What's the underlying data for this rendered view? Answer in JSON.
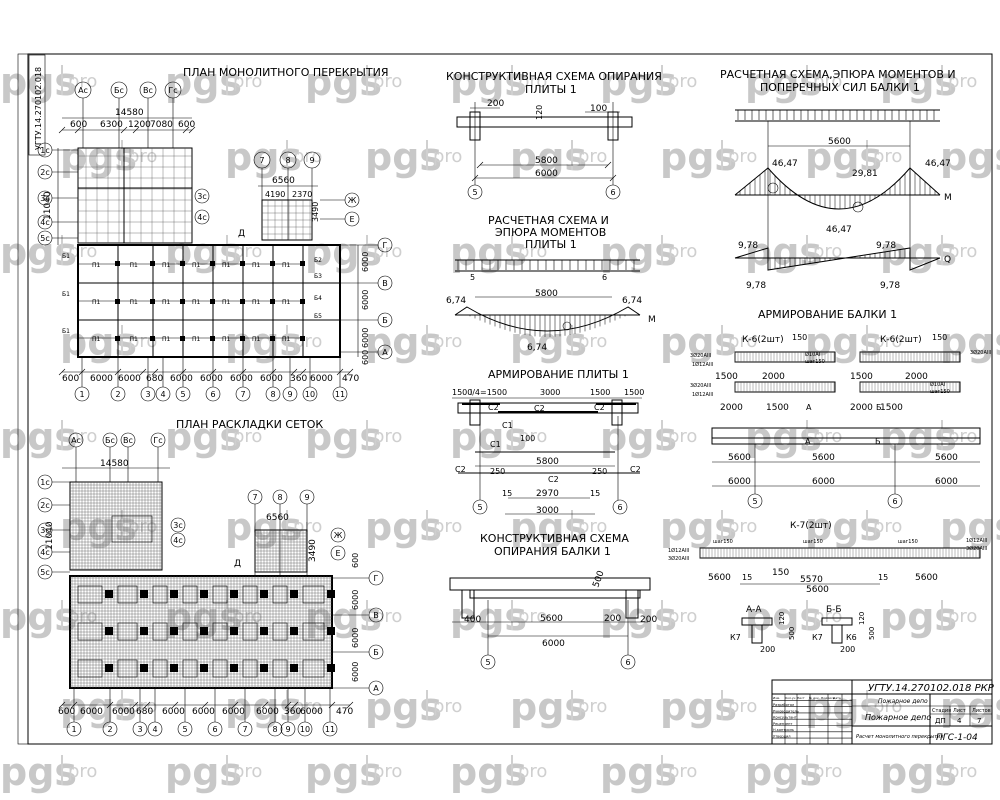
{
  "stamp_rotated": "УГТУ.14.270102.018",
  "titles": {
    "plan_slab": "ПЛАН МОНОЛИТНОГО ПЕРЕКРЫТИЯ",
    "plan_mesh": "ПЛАН РАСКЛАДКИ СЕТОК",
    "support_slab": [
      "КОНСТРУКТИВНАЯ СХЕМА ОПИРАНИЯ",
      "ПЛИТЫ 1"
    ],
    "calc_slab": [
      "РАСЧЕТНАЯ СХЕМА И",
      "ЭПЮРА МОМЕНТОВ",
      "ПЛИТЫ 1"
    ],
    "arm_slab": "АРМИРОВАНИЕ ПЛИТЫ 1",
    "support_beam": [
      "КОНСТРУКТИВНАЯ СХЕМА",
      "ОПИРАНИЯ БАЛКИ 1"
    ],
    "calc_beam": [
      "РАСЧЕТНАЯ СХЕМА,ЭПЮРА МОМЕНТОВ И",
      "ПОПЕРЕЧНЫХ СИЛ БАЛКИ 1"
    ],
    "arm_beam": "АРМИРОВАНИЕ БАЛКИ 1"
  },
  "plan1": {
    "axes_top": [
      "Ас",
      "Бс",
      "Вс",
      "Гс"
    ],
    "dims_top": [
      "600",
      "6300",
      "1200",
      "7080",
      "600"
    ],
    "dim_total_top": "14580",
    "axes_left": [
      "1с",
      "2с",
      "3с",
      "4с",
      "5с"
    ],
    "dim_left_total": "11040",
    "axes_bottom": [
      "1",
      "2",
      "3",
      "4",
      "5",
      "6",
      "7",
      "8",
      "9",
      "10",
      "11"
    ],
    "dims_bottom": [
      "600",
      "6000",
      "6000",
      "680",
      "6000",
      "6000",
      "6000",
      "6000",
      "360",
      "6000",
      "470"
    ],
    "axes_right": [
      "Г",
      "В",
      "Б",
      "А"
    ],
    "dims_right": [
      "6000",
      "6000",
      "6000",
      "600"
    ],
    "annex_axes": [
      "7",
      "8",
      "9"
    ],
    "annex_dim": "6560",
    "annex_sub": [
      "4190",
      "2370"
    ],
    "annex_right_axes": [
      "Ж",
      "Е"
    ],
    "annex_right_dim": "3490",
    "slab_label": "П1",
    "beam_labels": [
      "Б1",
      "Б2",
      "Б3",
      "Б4",
      "Б5"
    ],
    "marks": [
      "Д",
      "3с",
      "4с"
    ]
  },
  "slab_support": {
    "dims": [
      "200",
      "120",
      "100"
    ],
    "span_inner": "5800",
    "span_axes": "6000",
    "axes": [
      "5",
      "6"
    ]
  },
  "slab_calc": {
    "supports": [
      "5",
      "6"
    ],
    "span": "5800",
    "m_left": "6,74",
    "m_right": "6,74",
    "m_mid": "6,74",
    "m_label": "M"
  },
  "slab_arm": {
    "top_dims": [
      "1500",
      "l/4=1500",
      "3000",
      "1500",
      "1500"
    ],
    "mesh_labels": [
      "С2",
      "С2",
      "С2",
      "С1",
      "С1",
      "С2",
      "С2",
      "С2"
    ],
    "dims": [
      "100",
      "5800",
      "250",
      "250",
      "2970",
      "3000"
    ],
    "edge_dims": [
      "15",
      "15"
    ],
    "axes": [
      "5",
      "6"
    ]
  },
  "beam_support": {
    "dims": [
      "500",
      "400",
      "5600",
      "200",
      "200"
    ],
    "span_axes": "6000",
    "axes": [
      "5",
      "6"
    ]
  },
  "beam_calc": {
    "span": "5600",
    "m_values": [
      "46,47",
      "29,81",
      "46,47",
      "46,47"
    ],
    "m_label": "M",
    "q_values": [
      "9,78",
      "9,78",
      "9,78",
      "9,78"
    ],
    "q_label": "Q"
  },
  "beam_arm": {
    "k6_left": "К-6(2шт)",
    "k6_right": "К-6(2шт)",
    "k7": "К-7(2шт)",
    "rebar_labels": [
      "3Ø20AIII",
      "1Ø12AIII",
      "3Ø20AIII",
      "1Ø12AIII"
    ],
    "rebar_small": [
      "Ø10AI",
      "шаг150"
    ],
    "k6_dims": [
      "150",
      "1500",
      "2000",
      "2000",
      "1500"
    ],
    "k6_dims_right": [
      "150",
      "1500",
      "2000",
      "2000",
      "1500"
    ],
    "sections": [
      "А",
      "Б"
    ],
    "frame_dims": [
      "5600",
      "5600",
      "5600",
      "6000",
      "6000",
      "6000"
    ],
    "axes": [
      "5",
      "6"
    ],
    "k7_dims": [
      "5600",
      "150",
      "5570",
      "5600",
      "15",
      "15",
      "5600"
    ],
    "section_aa": "А-А",
    "section_bb": "Б-Б",
    "section_dims": [
      "120",
      "200",
      "120",
      "200",
      "500",
      "500"
    ],
    "section_marks": [
      "К7",
      "К7",
      "К6"
    ]
  },
  "titleblock": {
    "code": "УГТУ.14.270102.018 РКР",
    "subject": "Пожарное депо",
    "object": "Пожарное депо",
    "sheet_title": "Расчет монолитного перекрытия",
    "headers": [
      "Стадия",
      "Лист",
      "Листов"
    ],
    "values": [
      "ДП",
      "4",
      "7"
    ],
    "sheet_code": "ПГС-1-04",
    "people": [
      "Изм.",
      "Кол.уч",
      "Лист",
      "№ док.",
      "Подпись",
      "Дата",
      "Разработал",
      "Руководитель",
      "Консультант",
      "Рецензент",
      "Н.контроль",
      "Утвердил"
    ]
  },
  "watermark": {
    "main": "pgs",
    "sub": "pro"
  }
}
